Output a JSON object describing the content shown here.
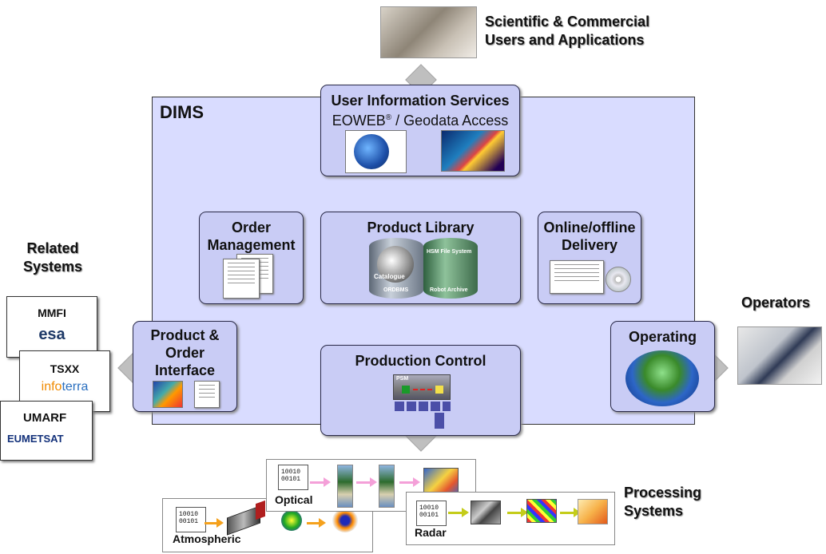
{
  "users": {
    "title_line1": "Scientific & Commercial",
    "title_line2": "Users and Applications"
  },
  "dims": {
    "label": "DIMS"
  },
  "uis": {
    "line1": "User Information Services",
    "line2_prefix": "EOWEB",
    "line2_reg": "®",
    "line2_suffix": " / Geodata Access"
  },
  "order_mgmt": {
    "line1": "Order",
    "line2": "Management"
  },
  "product_library": {
    "title": "Product Library",
    "cyl1_label": "Catalogue",
    "cyl1_sub": "ORDBMS",
    "cyl2_label": "HSM File System",
    "cyl2_sub": "Robot Archive"
  },
  "delivery": {
    "line1": "Online/offline",
    "line2": "Delivery"
  },
  "poi": {
    "line1": "Product &",
    "line2": "Order",
    "line3": "Interface"
  },
  "production": {
    "title": "Production Control",
    "psm": "PSM"
  },
  "operating": {
    "title": "Operating"
  },
  "operators": {
    "label": "Operators"
  },
  "related": {
    "line1": "Related",
    "line2": "Systems",
    "cards": [
      {
        "name": "MMFI",
        "logo": "esa"
      },
      {
        "name": "TSXX",
        "logo_a": "info",
        "logo_b": "terra"
      },
      {
        "name": "UMARF",
        "logo": "EUMETSAT"
      }
    ]
  },
  "processing": {
    "line1": "Processing",
    "line2": "Systems",
    "binary_line1": "10010",
    "binary_line2": "00101",
    "optical": "Optical",
    "atmospheric": "Atmospheric",
    "radar": "Radar"
  },
  "colors": {
    "dims_bg": "#d9dcff",
    "box_bg": "#c9ccf5",
    "optical_arrow": "#f4a0d8",
    "atmos_arrow": "#f5a11c",
    "radar_arrow": "#c4cc1a"
  },
  "icons": [
    "photo-icon",
    "globe-icon",
    "document-icon",
    "database-icon",
    "disc-icon",
    "workflow-icon"
  ]
}
